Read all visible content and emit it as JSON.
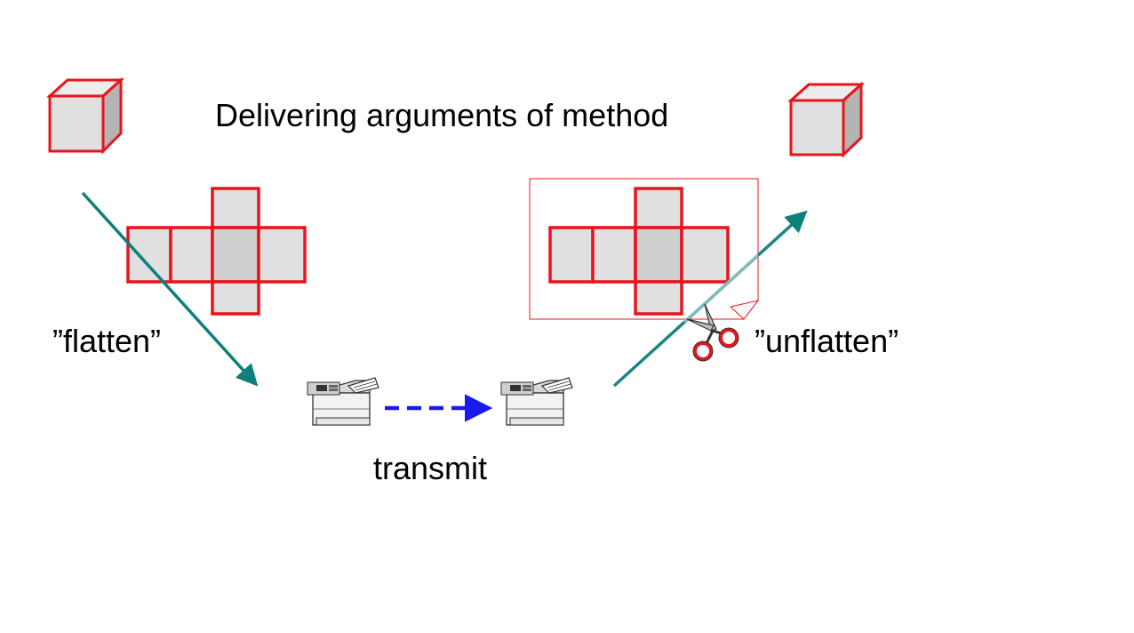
{
  "slide": {
    "title": "Delivering arguments of method",
    "label_flatten": "”flatten”",
    "label_unflatten": "”unflatten”",
    "label_transmit": "transmit"
  },
  "colors": {
    "cube_outline": "#e8141c",
    "cube_fill": "#e0e0e0",
    "cube_center_fill": "#cfcfcf",
    "arrow_teal": "#0f7f7a",
    "arrow_blue": "#1a1aee",
    "paper_outline": "#e8141c"
  },
  "icons": {
    "cube": "cube-icon",
    "fax": "fax-machine-icon",
    "scissors": "scissors-icon"
  }
}
